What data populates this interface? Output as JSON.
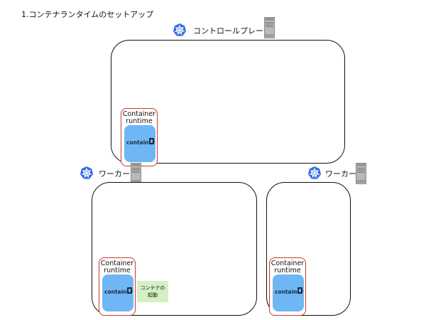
{
  "title": "1.コンテナランタイムのセットアップ",
  "nodes": {
    "control_plane": {
      "label": "コントロールプレーン",
      "icon": "kubernetes-icon",
      "server_icon": "server-icon"
    },
    "worker1": {
      "label": "ワーカー",
      "icon": "kubernetes-icon",
      "server_icon": "server-icon"
    },
    "worker2": {
      "label": "ワーカー",
      "icon": "kubernetes-icon",
      "server_icon": "server-icon"
    }
  },
  "runtime": {
    "label": "Container\nruntime",
    "logo_text": "container",
    "logo_mark": "d"
  },
  "start_label": {
    "line1": "コンテナの",
    "line2": "起動"
  },
  "colors": {
    "node_border": "#111111",
    "runtime_border": "#c9392f",
    "runtime_fill": "#6fb7f4",
    "k8s_blue": "#326ce5",
    "start_fill": "#d5f0c4"
  }
}
